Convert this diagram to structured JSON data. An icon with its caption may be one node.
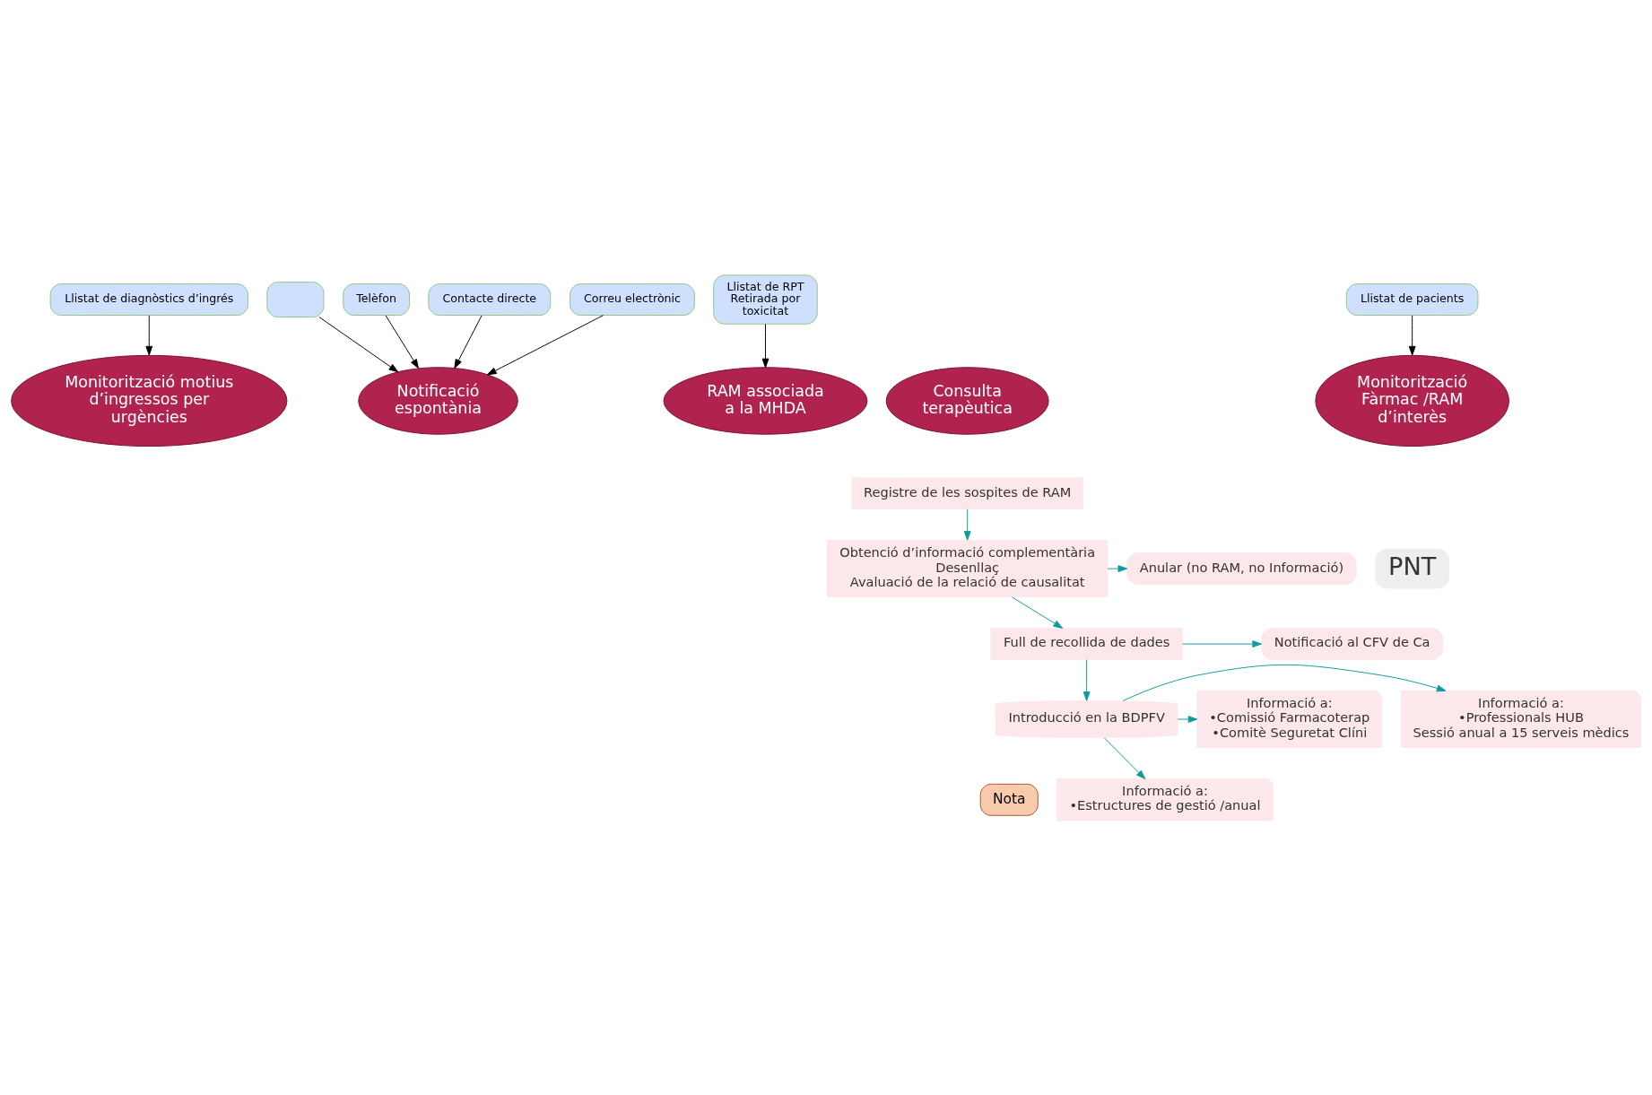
{
  "diagram": {
    "nodes": [
      {
        "text": [
          "Llistat de diagnòstics d’ingrés"
        ]
      },
      {
        "text": [],
        "shape": "box"
      },
      {
        "text": [
          "Telèfon"
        ]
      },
      {
        "text": [
          "Contacte directe"
        ]
      },
      {
        "text": [
          "Correu electrònic"
        ]
      },
      {
        "text": [
          "Llistat de RPT Retirada por toxicitat"
        ]
      },
      {
        "text": [
          "Llistat de pacients"
        ]
      },
      {
        "text": [
          "Monitorització motius d’ingressos per urgències"
        ]
      },
      {
        "text": [
          "Notificació espontània"
        ]
      },
      {
        "text": [
          "Consulta terapèutica"
        ]
      },
      {
        "text": [
          "RAM associada a la MHDA"
        ]
      },
      {
        "text": [
          "Monitorització Fàrmac /RAM d’interès"
        ]
      },
      {
        "text": [
          "Registre de les sospites de RAM"
        ]
      },
      {
        "text": [
          "PNT"
        ]
      },
      {
        "text": [
          "Anular (no RAM, no Informació)"
        ]
      },
      {
        "text": [
          "Obtenció d’informació complementària",
          "Desenllaç",
          "Avaluació de la relació de causalitat"
        ]
      },
      {
        "text": [
          "Full de recollida de dades"
        ]
      },
      {
        "text": [
          "Notificació al CFV de Ca"
        ]
      },
      {
        "text": [
          "Informació a:",
          "•Professionals HUB",
          "Sessió anual a 15 serveis mèdics"
        ]
      },
      {
        "text": [
          "Introducció en la BDPFV"
        ]
      },
      {
        "text": [
          "Informació a:",
          "•Comissió Farmacoterap",
          "•Comitè Seguretat Clíni"
        ]
      },
      {
        "text": [
          "Nota"
        ]
      },
      {
        "text": [
          "Informació a:",
          "•Estructures de gestió /anual"
        ]
      }
    ],
    "edges": [
      {
        "from": 0,
        "to": 7,
        "arrow": "to",
        "color": "#000000"
      },
      {
        "from": 1,
        "to": 8,
        "arrow": "to",
        "color": "#000000"
      },
      {
        "from": 2,
        "to": 8,
        "arrow": "to",
        "color": "#000000"
      },
      {
        "from": 3,
        "to": 8,
        "arrow": "to",
        "color": "#000000"
      },
      {
        "from": 4,
        "to": 8,
        "arrow": "to",
        "color": "#000000"
      },
      {
        "from": 5,
        "to": 10,
        "arrow": "to",
        "color": "#000000"
      },
      {
        "from": 6,
        "to": 11,
        "arrow": "to",
        "color": "#000000"
      },
      {
        "from": 12,
        "to": 15,
        "arrow": "to"
      },
      {
        "from": 15,
        "to": 14,
        "arrow": "to"
      },
      {
        "from": 15,
        "to": 16,
        "arrow": "to"
      },
      {
        "from": 16,
        "to": 17,
        "arrow": "to"
      },
      {
        "from": 16,
        "to": 19,
        "arrow": "to"
      },
      {
        "from": 19,
        "to": 18,
        "arrow": "to"
      },
      {
        "from": 19,
        "to": 20,
        "arrow": "to"
      },
      {
        "from": 19,
        "to": 22,
        "arrow": "to"
      }
    ]
  }
}
